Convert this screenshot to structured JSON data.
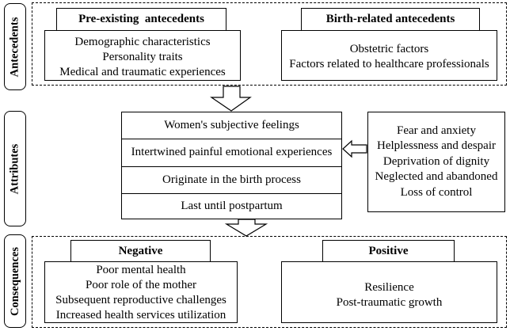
{
  "antecedents": {
    "side_label": "Antecedents",
    "pre_existing": {
      "header": "Pre-existing  antecedents",
      "items": [
        "Demographic characteristics",
        "Personality traits",
        "Medical and traumatic experiences"
      ]
    },
    "birth_related": {
      "header": "Birth-related antecedents",
      "items": [
        "Obstetric factors",
        "Factors related to healthcare professionals"
      ]
    }
  },
  "attributes": {
    "side_label": "Attributes",
    "rows": [
      "Women's subjective feelings",
      "Intertwined painful emotional experiences",
      "Originate in the birth process",
      "Last until postpartum"
    ],
    "feelings": [
      "Fear and anxiety",
      "Helplessness and despair",
      "Deprivation of dignity",
      "Neglected and abandoned",
      "Loss of control"
    ]
  },
  "consequences": {
    "side_label": "Consequences",
    "negative": {
      "header": "Negative",
      "items": [
        "Poor mental health",
        "Poor role of the mother",
        "Subsequent reproductive challenges",
        "Increased health services utilization"
      ]
    },
    "positive": {
      "header": "Positive",
      "items": [
        "Resilience",
        "Post-traumatic growth"
      ]
    }
  }
}
